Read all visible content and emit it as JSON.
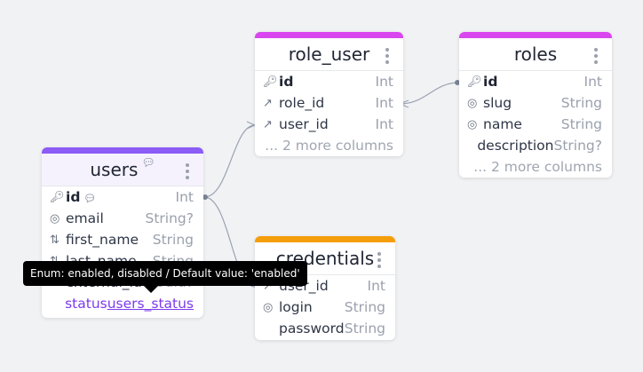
{
  "colors": {
    "users_accent": "#8b5cf6",
    "role_user_accent": "#d946ef",
    "roles_accent": "#d946ef",
    "credentials_accent": "#f59e0b"
  },
  "tables": {
    "role_user": {
      "title": "role_user",
      "rows": [
        {
          "icon": "key-icon",
          "name": "id",
          "type": "Int"
        },
        {
          "icon": "foreign-key-icon",
          "name": "role_id",
          "type": "Int"
        },
        {
          "icon": "foreign-key-icon",
          "name": "user_id",
          "type": "Int"
        }
      ],
      "more": "... 2 more columns"
    },
    "roles": {
      "title": "roles",
      "rows": [
        {
          "icon": "key-icon",
          "name": "id",
          "type": "Int"
        },
        {
          "icon": "fingerprint-icon",
          "name": "slug",
          "type": "String"
        },
        {
          "icon": "fingerprint-icon",
          "name": "name",
          "type": "String"
        },
        {
          "icon": "",
          "name": "description",
          "type": "String?"
        }
      ],
      "more": "... 2 more columns"
    },
    "users": {
      "title": "users",
      "rows": [
        {
          "icon": "key-icon",
          "name": "id",
          "type": "Int"
        },
        {
          "icon": "fingerprint-icon",
          "name": "email",
          "type": "String?"
        },
        {
          "icon": "sort-icon",
          "name": "first_name",
          "type": "String"
        },
        {
          "icon": "sort-icon",
          "name": "last_name",
          "type": "String"
        },
        {
          "icon": "check-icon",
          "name": "external_id",
          "type": "Uuid?"
        },
        {
          "icon": "",
          "name": "status",
          "type": "users_status"
        }
      ]
    },
    "credentials": {
      "title": "credentials",
      "rows": [
        {
          "icon": "foreign-key-icon",
          "name": "user_id",
          "type": "Int"
        },
        {
          "icon": "fingerprint-icon",
          "name": "login",
          "type": "String"
        },
        {
          "icon": "",
          "name": "password",
          "type": "String"
        }
      ]
    }
  },
  "tooltip": {
    "text": "Enum: enabled, disabled / Default value: 'enabled'"
  }
}
